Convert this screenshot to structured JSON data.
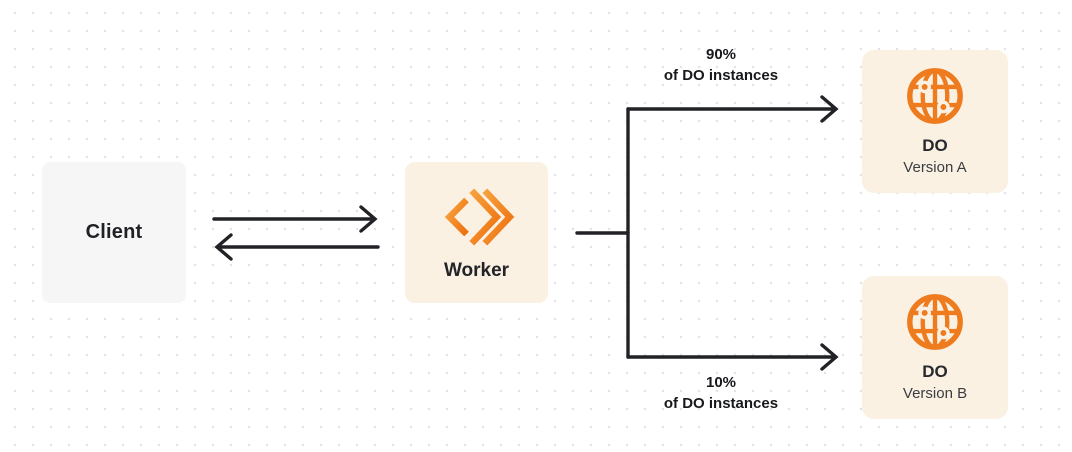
{
  "nodes": {
    "client": {
      "label": "Client"
    },
    "worker": {
      "label": "Worker"
    },
    "do_a": {
      "title": "DO",
      "subtitle": "Version A"
    },
    "do_b": {
      "title": "DO",
      "subtitle": "Version B"
    }
  },
  "edges": {
    "top_label": {
      "percent": "90%",
      "caption": "of DO instances"
    },
    "bottom_label": {
      "percent": "10%",
      "caption": "of DO instances"
    }
  },
  "icons": {
    "worker_icon": "workers-logo-icon",
    "do_icon": "globe-icon"
  },
  "colors": {
    "arrow": "#212226",
    "accent_orange": "#ee7b1d",
    "worker_logo_light": "#f7a23e",
    "worker_logo_dark": "#ed700d",
    "node_cream": "#fbf1e3",
    "node_gray": "#f6f6f7",
    "dot_grid": "#e3e3e7",
    "background": "#ffffff"
  }
}
